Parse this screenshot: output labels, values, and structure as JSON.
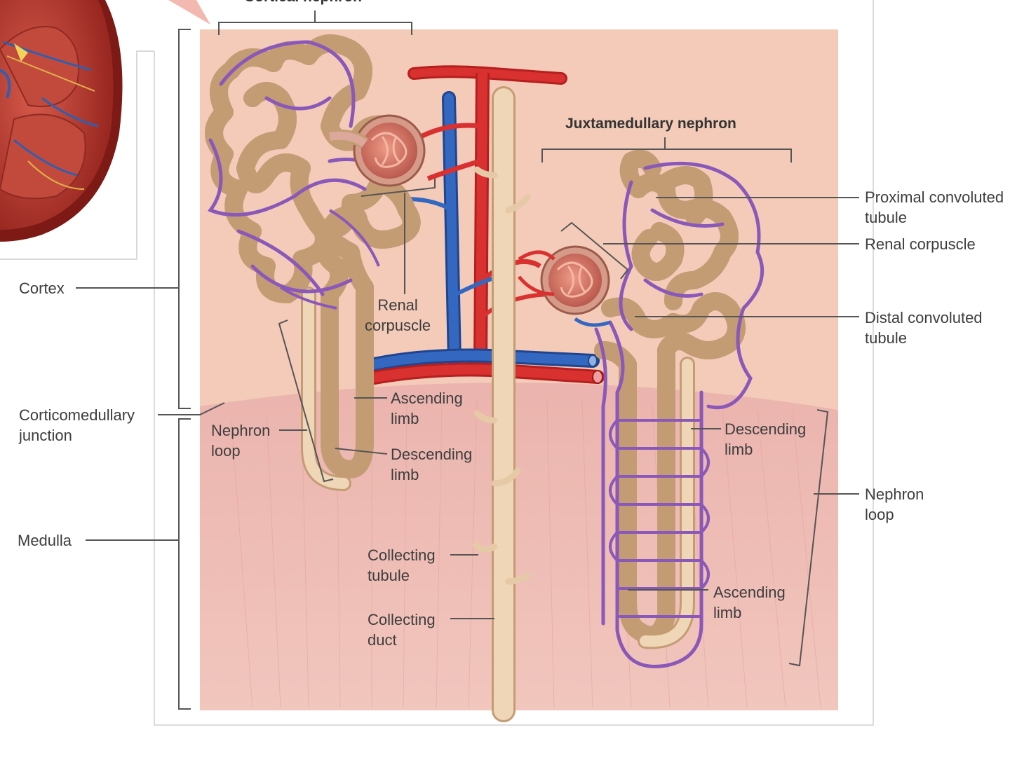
{
  "title_cortical": "Cortical nephron",
  "title_juxtamedullary": "Juxtamedullary nephron",
  "regions": {
    "cortex": "Cortex",
    "junction_line1": "Corticomedullary",
    "junction_line2": "junction",
    "medulla": "Medulla"
  },
  "cortical_labels": {
    "nephron_loop_line1": "Nephron",
    "nephron_loop_line2": "loop",
    "renal_corpuscle_line1": "Renal",
    "renal_corpuscle_line2": "corpuscle",
    "ascending_line1": "Ascending",
    "ascending_line2": "limb",
    "descending_line1": "Descending",
    "descending_line2": "limb"
  },
  "collecting_labels": {
    "tubule_line1": "Collecting",
    "tubule_line2": "tubule",
    "duct_line1": "Collecting",
    "duct_line2": "duct"
  },
  "juxta_labels": {
    "proximal_line1": "Proximal convoluted",
    "proximal_line2": "tubule",
    "renal_corpuscle": "Renal corpuscle",
    "distal_line1": "Distal convoluted",
    "distal_line2": "tubule",
    "descending_line1": "Descending",
    "descending_line2": "limb",
    "nephron_loop_line1": "Nephron",
    "nephron_loop_line2": "loop",
    "ascending_line1": "Ascending",
    "ascending_line2": "limb"
  },
  "colors": {
    "cortex_bg": "#f3cbb8",
    "medulla_bg": "#edb5b0",
    "tubule": "#ecd3b4",
    "tubule_outline": "#c7a07a",
    "artery": "#d62b2b",
    "vein": "#2f5fb0",
    "capillary": "#8a58b8",
    "glomerulus": "#d8705e",
    "kidney": "#b32b24"
  }
}
